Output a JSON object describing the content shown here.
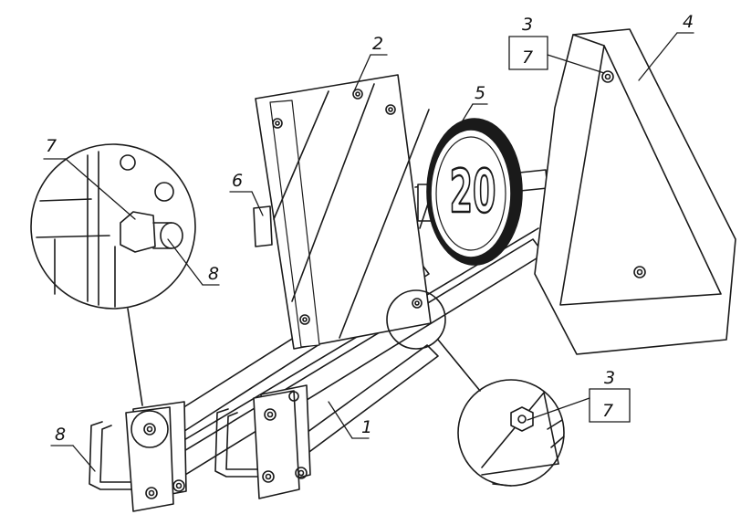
{
  "diagram": {
    "colors": {
      "line": "#1a1a1a",
      "background": "#ffffff",
      "sign_dark": "#1a1a1a"
    },
    "speed_sign": {
      "number": "20"
    },
    "callouts": {
      "c1": "1",
      "c2": "2",
      "c3_top": "3",
      "c7_top": "7",
      "c4": "4",
      "c5": "5",
      "c6": "6",
      "c7_detail": "7",
      "c8_detail": "8",
      "c8_bracket": "8",
      "c3_detail": "3",
      "c7_detail2": "7"
    }
  }
}
